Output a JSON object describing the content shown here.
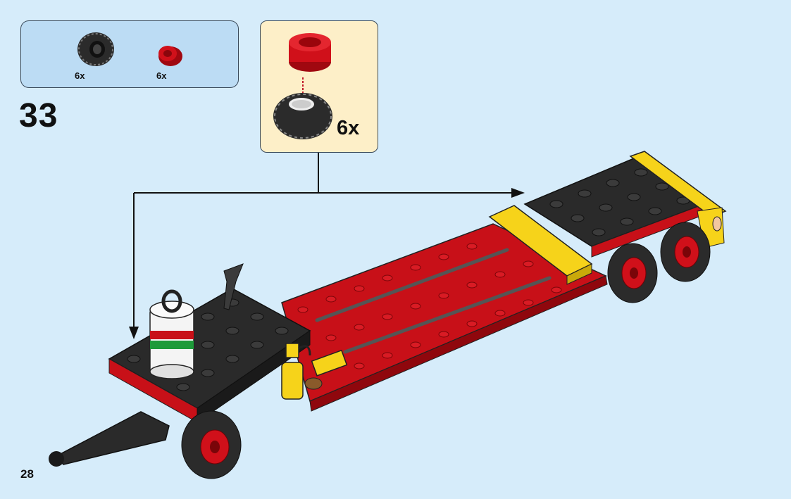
{
  "step": {
    "number": "33"
  },
  "parts_list": {
    "items": [
      {
        "name": "tire",
        "quantity": "6x",
        "color": "#2b2b2b"
      },
      {
        "name": "red-wheel-rim",
        "quantity": "6x",
        "color": "#d0101a"
      }
    ]
  },
  "callout": {
    "quantity": "6x"
  },
  "page": {
    "number": "28"
  },
  "colors": {
    "background": "#d6ecfa",
    "panel": "#bcdcf4",
    "callout": "#fdefc8",
    "red": "#d0101a",
    "black": "#2a2a2a",
    "yellow": "#f6d31a"
  }
}
